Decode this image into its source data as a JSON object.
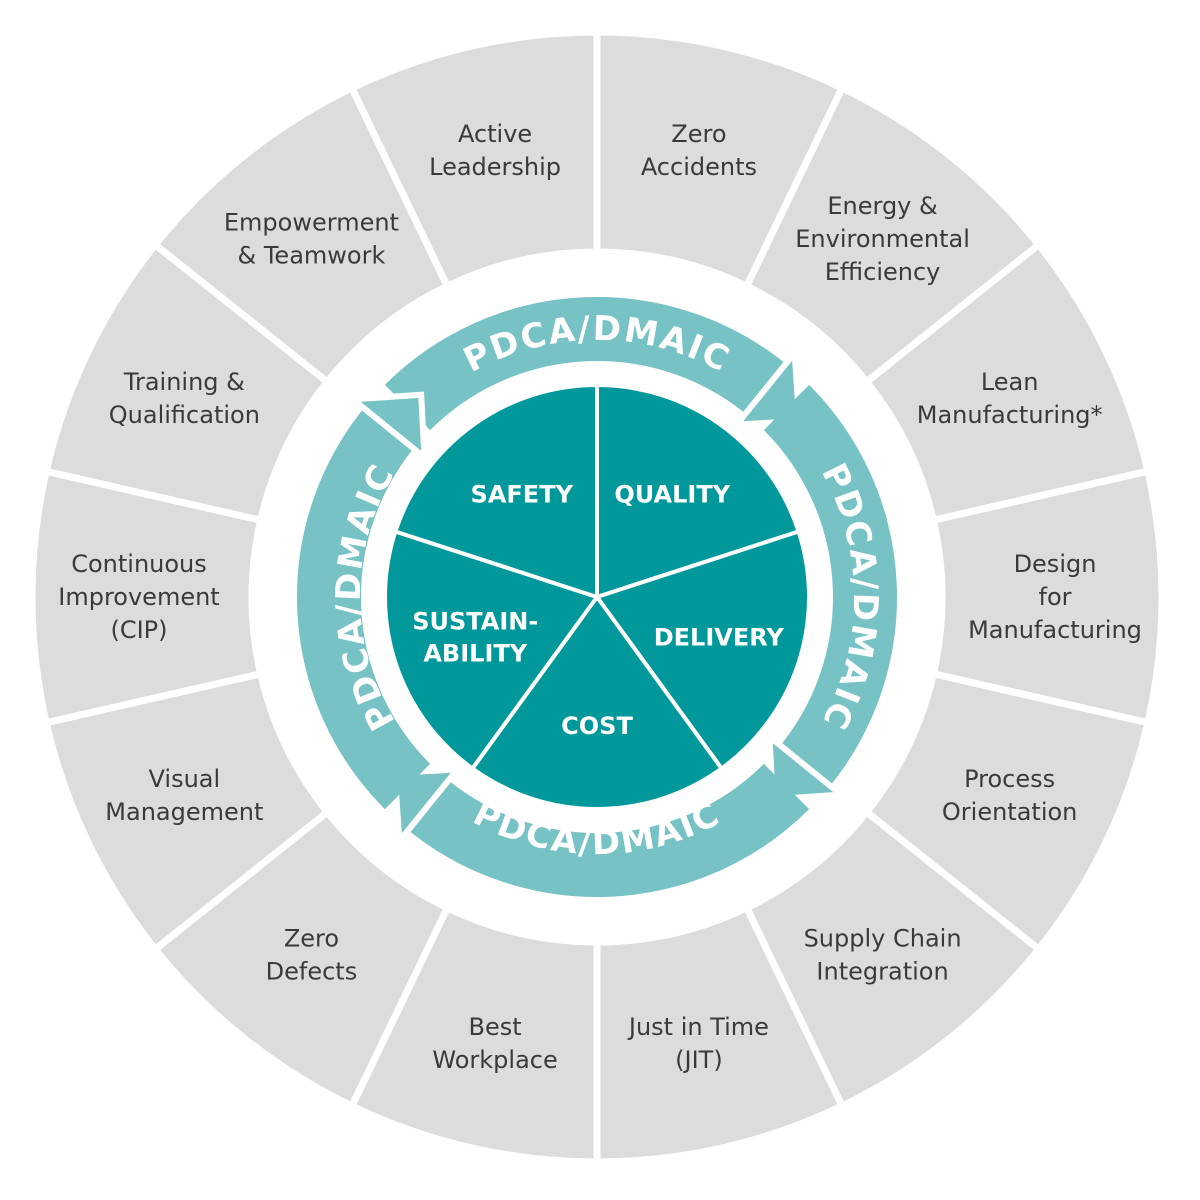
{
  "colors": {
    "segment_fill": "#dcdcdc",
    "band": "#76c2c4",
    "core": "#00989a"
  },
  "outer_segments": [
    {
      "lines": [
        "Zero",
        "Accidents"
      ]
    },
    {
      "lines": [
        "Energy &",
        "Environmental",
        "Efficiency"
      ]
    },
    {
      "lines": [
        "Lean",
        "Manufacturing*"
      ]
    },
    {
      "lines": [
        "Design",
        "for",
        "Manufacturing"
      ]
    },
    {
      "lines": [
        "Process",
        "Orientation"
      ]
    },
    {
      "lines": [
        "Supply Chain",
        "Integration"
      ]
    },
    {
      "lines": [
        "Just in Time",
        "(JIT)"
      ]
    },
    {
      "lines": [
        "Best",
        "Workplace"
      ]
    },
    {
      "lines": [
        "Zero",
        "Defects"
      ]
    },
    {
      "lines": [
        "Visual",
        "Management"
      ]
    },
    {
      "lines": [
        "Continuous",
        "Improvement",
        "(CIP)"
      ]
    },
    {
      "lines": [
        "Training &",
        "Qualification"
      ]
    },
    {
      "lines": [
        "Empowerment",
        "& Teamwork"
      ]
    },
    {
      "lines": [
        "Active",
        "Leadership"
      ]
    }
  ],
  "cycle": {
    "label": "PDCA/DMAIC",
    "arcs": [
      {
        "label": "PDCA/DMAIC"
      },
      {
        "label": "PDCA/DMAIC"
      },
      {
        "label": "PDCA/DMAIC"
      },
      {
        "label": "PDCA/DMAIC"
      }
    ]
  },
  "core": [
    {
      "lines": [
        "QUALITY"
      ]
    },
    {
      "lines": [
        "DELIVERY"
      ]
    },
    {
      "lines": [
        "COST"
      ]
    },
    {
      "lines": [
        "SUSTAIN-",
        "ABILITY"
      ]
    },
    {
      "lines": [
        "SAFETY"
      ]
    }
  ]
}
